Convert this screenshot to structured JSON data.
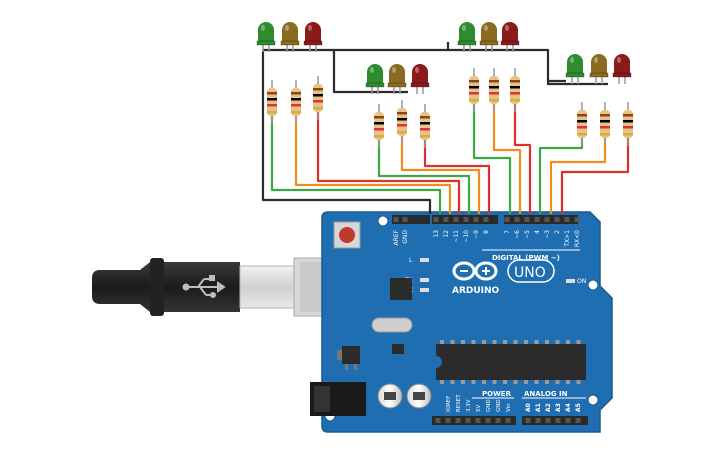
{
  "board": {
    "brand": "ARDUINO",
    "model": "UNO",
    "digital_label": "DIGITAL (PWM ~)",
    "power_label": "POWER",
    "analog_label": "ANALOG IN",
    "on_label": "ON",
    "led_l_label": "L",
    "led_tx_label": "TX",
    "led_rx_label": "RX",
    "top_pins": [
      "AREF",
      "GND",
      "13",
      "12",
      "~11",
      "~10",
      "~9",
      "8",
      "7",
      "~6",
      "~5",
      "4",
      "~3",
      "2",
      "TX>1",
      "RX<0"
    ],
    "power_pins": [
      "IOREF",
      "RESET",
      "3.3V",
      "5V",
      "GND",
      "GND",
      "Vin"
    ],
    "analog_pins": [
      "A0",
      "A1",
      "A2",
      "A3",
      "A4",
      "A5"
    ]
  },
  "colors": {
    "board": "#1f6eb1",
    "board_edge": "#195a92",
    "wire_black": "#2b2b2b",
    "wire_green": "#3aa845",
    "wire_orange": "#ef8d1d",
    "wire_red": "#d9312b",
    "led_green": "#2e8b2e",
    "led_yellow": "#8a6a1e",
    "led_red": "#8b1a1a"
  },
  "icons": [
    "usb-icon",
    "arduino-infinity-logo-icon"
  ]
}
